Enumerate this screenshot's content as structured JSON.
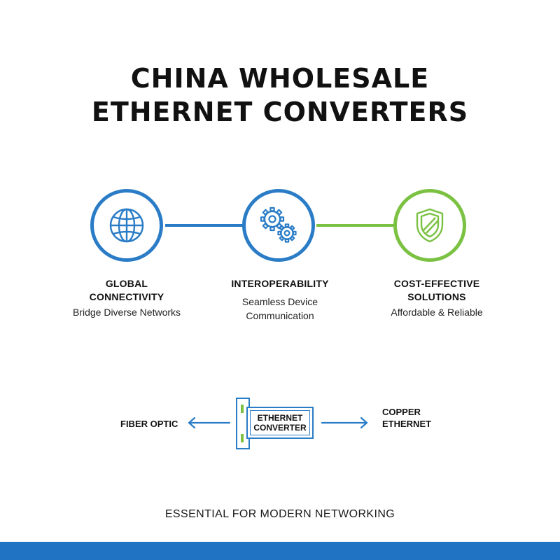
{
  "title": {
    "line1": "CHINA WHOLESALE",
    "line2": "ETHERNET CONVERTERS"
  },
  "features": [
    {
      "icon": "globe-icon",
      "title": "GLOBAL\nCONNECTIVITY",
      "subtitle": "Bridge Diverse Networks",
      "color": "#2a7cc7"
    },
    {
      "icon": "gears-icon",
      "title": "INTEROPERABILITY",
      "subtitle": "Seamless Device\nCommunication",
      "color": "#2a7cc7"
    },
    {
      "icon": "shield-icon",
      "title": "COST-EFFECTIVE\nSOLUTIONS",
      "subtitle": "Affordable & Reliable",
      "color": "#7bc142"
    }
  ],
  "diagram": {
    "left_label": "FIBER OPTIC",
    "device_label": "ETHERNET\nCONVERTER",
    "right_label": "COPPER\nETHERNET"
  },
  "tagline": "ESSENTIAL FOR MODERN NETWORKING",
  "colors": {
    "blue": "#2a7cc7",
    "green": "#7bc142",
    "footer": "#1f73c2"
  }
}
